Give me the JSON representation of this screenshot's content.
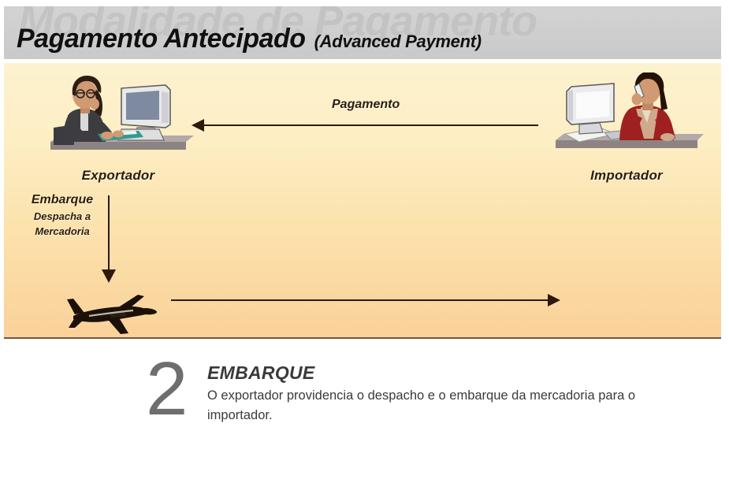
{
  "header": {
    "watermark_text": "Modalidade de Pagamento",
    "title_main": "Pagamento Antecipado",
    "title_sub": "(Advanced Payment)",
    "band_color": "#cfcfcf",
    "title_color": "#101010"
  },
  "diagram": {
    "background_top_color": "#fdf2cf",
    "background_bottom_color": "#fad29a",
    "border_color": "#6d5a47",
    "exporter": {
      "label": "Exportador",
      "icon": "person-at-computer-icon"
    },
    "importer": {
      "label": "Importador",
      "icon": "person-on-phone-at-computer-icon"
    },
    "payment_arrow": {
      "label": "Pagamento",
      "direction": "right-to-left",
      "color": "#2b1a0d"
    },
    "shipment_arrow": {
      "title": "Embarque",
      "subtitle_line1": "Despacha a",
      "subtitle_line2": "Mercadoria",
      "direction": "down",
      "color": "#2b1a0d"
    },
    "goods_arrow": {
      "direction": "left-to-right",
      "color": "#2b1a0d"
    },
    "airplane": {
      "icon": "airplane-icon",
      "color": "#1c1108"
    }
  },
  "step": {
    "number": "2",
    "number_color": "#6e6e6e",
    "title": "EMBARQUE",
    "description": "O exportador providencia o despacho e o embarque da mercadoria para o importador.",
    "text_color": "#3a3a3a"
  }
}
